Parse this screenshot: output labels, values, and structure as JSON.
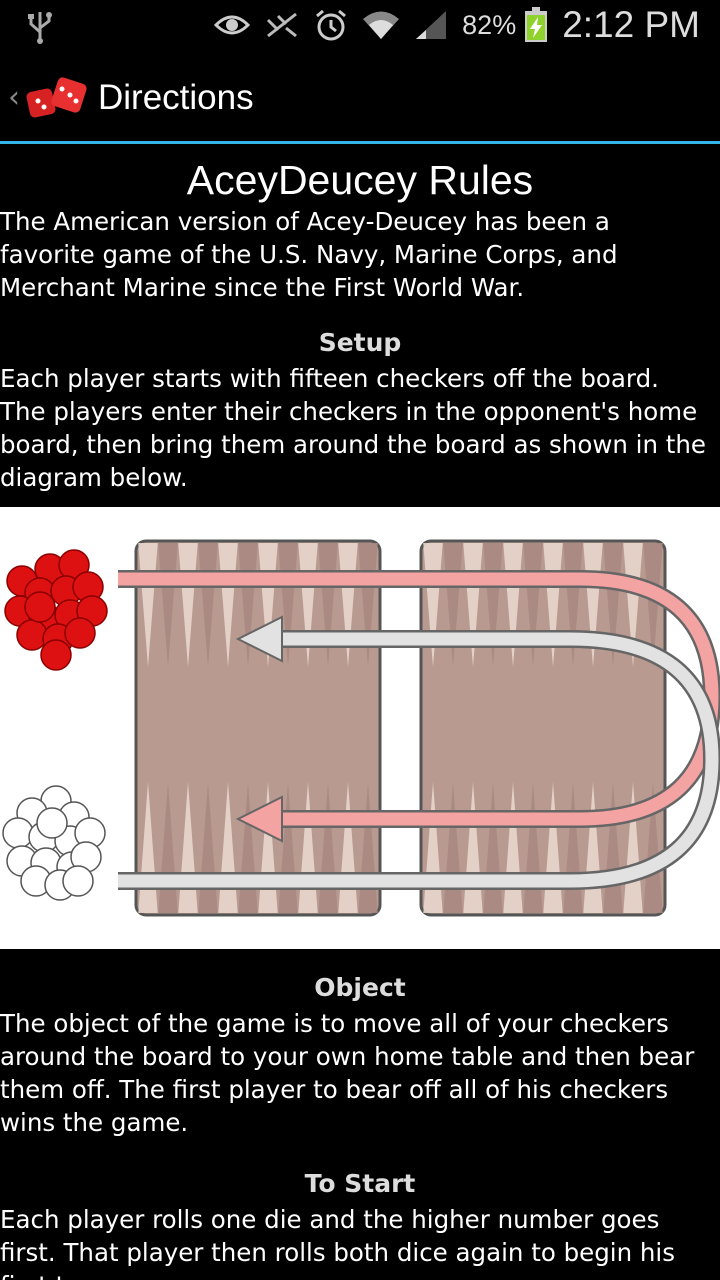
{
  "status_bar": {
    "battery_percent": "82%",
    "time": "2:12 PM",
    "icons": [
      "usb-icon",
      "eye-icon",
      "no-signal-icon",
      "alarm-icon",
      "wifi-icon",
      "cell-signal-icon",
      "battery-charging-icon"
    ]
  },
  "action_bar": {
    "title": "Directions",
    "up_icon": "chevron-left-icon",
    "app_icon": "dice-icon"
  },
  "content": {
    "title": "AceyDeucey Rules",
    "intro": "The American version of Acey-Deucey has been a\nfavorite game of the U.S. Navy, Marine Corps, and\nMerchant Marine since the First World War.",
    "setup_heading": "Setup",
    "setup_text": "Each player starts with fifteen checkers off the board.\nThe players enter their checkers in the opponent's home\nboard, then bring them around the board as shown in the\ndiagram below.",
    "object_heading": "Object",
    "object_text": "The object of the game is to move all of your checkers\naround the board to your own home table and then bear\nthem off. The first player to bear off all of his checkers\nwins the game.",
    "start_heading": "To Start",
    "start_text": " Each player rolls one die and the higher number goes\nfirst. That player then rolls both dice again to begin his\nfirst turn."
  },
  "colors": {
    "accent": "#33b5e5",
    "board": "#b89a91",
    "red_checker": "#dd1111",
    "red_arrow": "#f4a3a3",
    "white_arrow": "#e2e2e2"
  }
}
